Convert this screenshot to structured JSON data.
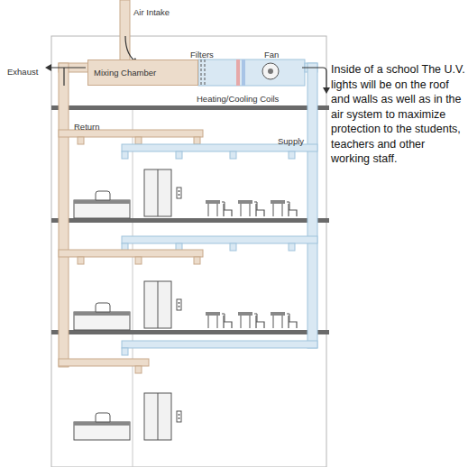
{
  "diagram": {
    "nodes": [
      {
        "text": [
          "Mixing Chamber"
        ]
      }
    ],
    "labels": [
      "Air Intake",
      "Exhaust",
      "Filters",
      "Fan",
      "Heating/Cooling Coils",
      "Return",
      "Supply",
      "Inside of a school The U.V. lights will be on the roof and walls as well as in the air system to maximize protection to the students, teachers and other working staff."
    ]
  }
}
